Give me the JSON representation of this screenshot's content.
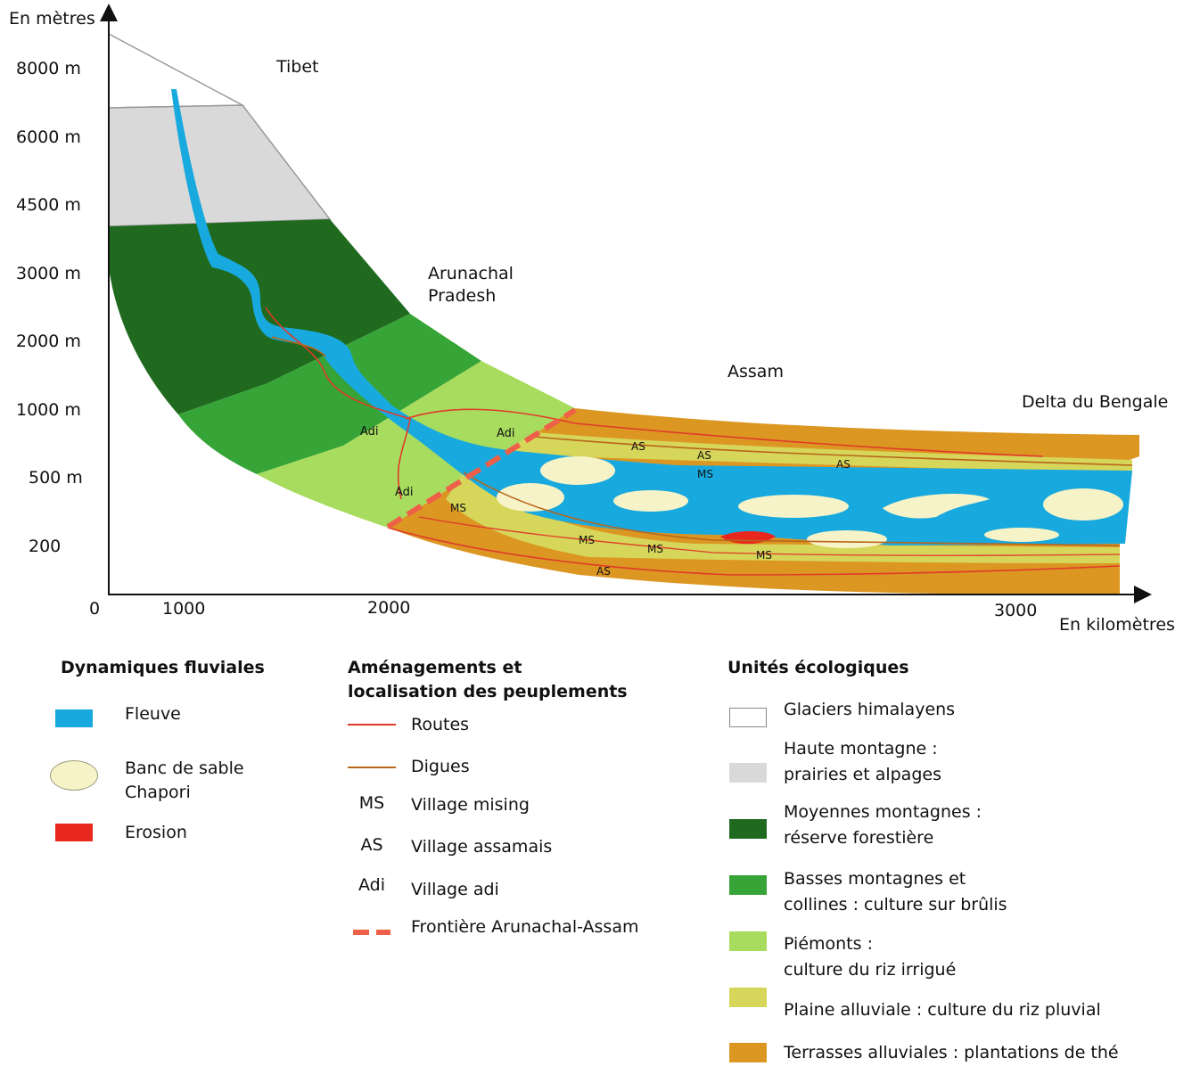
{
  "y_axis": {
    "title": "En mètres",
    "ticks": [
      "8000 m",
      "6000 m",
      "4500 m",
      "3000 m",
      "2000 m",
      "1000 m",
      "500 m",
      "200"
    ]
  },
  "x_axis": {
    "title": "En kilomètres",
    "ticks": [
      "0",
      "1000",
      "2000",
      "3000"
    ]
  },
  "regions": {
    "tibet": "Tibet",
    "arunachal_line1": "Arunachal",
    "arunachal_line2": "Pradesh",
    "assam": "Assam",
    "delta": "Delta du Bengale"
  },
  "village_labels": {
    "adi": "Adi",
    "ms": "MS",
    "as": "AS"
  },
  "legend": {
    "fluvial": {
      "title": "Dynamiques fluviales",
      "items": [
        {
          "label": "Fleuve",
          "color": "#18a9df"
        },
        {
          "label_line1": "Banc de sable",
          "label_line2": "Chapori",
          "color": "#f7f3c8"
        },
        {
          "label": "Erosion",
          "color": "#e8281e"
        }
      ]
    },
    "amenagements": {
      "title_line1": "Aménagements et",
      "title_line2": "localisation des peuplements",
      "items": [
        {
          "label": "Routes",
          "color": "#e03a2a"
        },
        {
          "label": "Digues",
          "color": "#b9651b"
        },
        {
          "code": "MS",
          "label": "Village mising"
        },
        {
          "code": "AS",
          "label": "Village assamais"
        },
        {
          "code": "Adi",
          "label": "Village adi"
        },
        {
          "label": "Frontière Arunachal-Assam",
          "color": "#ee6048"
        }
      ]
    },
    "ecologiques": {
      "title": "Unités écologiques",
      "items": [
        {
          "line1": "Glaciers himalayens",
          "line2": "",
          "color": "#ffffff"
        },
        {
          "line1": "Haute montagne :",
          "line2": "prairies et alpages",
          "color": "#d9d9d9"
        },
        {
          "line1": "Moyennes montagnes :",
          "line2": "réserve forestière",
          "color": "#1f6a1e"
        },
        {
          "line1": "Basses montagnes et",
          "line2": "collines : culture sur brûlis",
          "color": "#36a436"
        },
        {
          "line1": "Piémonts :",
          "line2": "culture du riz irrigué",
          "color": "#a8dc5e"
        },
        {
          "line1": "Plaine alluviale : culture du riz pluvial",
          "line2": "",
          "color": "#d6d65a"
        },
        {
          "line1": "Terrasses alluviales : plantations de thé",
          "line2": "",
          "color": "#dc9622"
        }
      ]
    }
  }
}
